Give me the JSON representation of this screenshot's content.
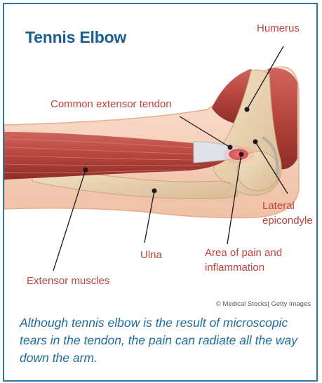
{
  "title": "Tennis Elbow",
  "labels": {
    "humerus": "Humerus",
    "common_extensor_tendon": "Common extensor tendon",
    "lateral_epicondyle_line1": "Lateral",
    "lateral_epicondyle_line2": "epicondyle",
    "ulna": "Ulna",
    "area_pain_line1": "Area of pain and",
    "area_pain_line2": "inflammation",
    "extensor_muscles": "Extensor muscles"
  },
  "credit": "© Medical Stocks| Getty Images",
  "caption": "Although tennis elbow is the result of microscopic tears in the tendon, the pain can radiate all the way down the arm.",
  "colors": {
    "border": "#2e73ad",
    "title": "#195f96",
    "label": "#c8413a",
    "caption": "#1e6ba6",
    "muscle": "#b8453e",
    "bone": "#ecd6b3",
    "skin": "#f7d9c7",
    "tendon": "#d8dde2",
    "inflammation": "#e23b3b"
  }
}
